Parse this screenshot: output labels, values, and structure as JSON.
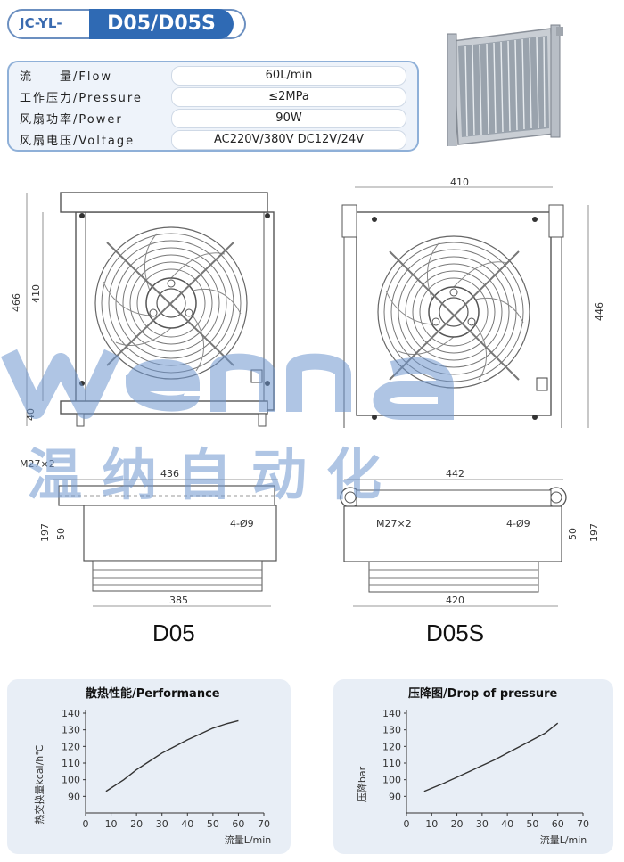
{
  "header": {
    "model_prefix": "JC-YL-",
    "model_name": "D05/D05S"
  },
  "specs": [
    {
      "label": "流　　量/Flow",
      "value": "60L/min"
    },
    {
      "label": "工作压力/Pressure",
      "value": "≤2MPa"
    },
    {
      "label": "风扇功率/Power",
      "value": "90W"
    },
    {
      "label": "风扇电压/Voltage",
      "value": "AC220V/380V DC12V/24V"
    }
  ],
  "drawing_d05": {
    "height_total": "466",
    "height_inner": "410",
    "foot": "40",
    "width_top": "436",
    "port": "M27×2",
    "holes": "4-Ø9",
    "dim_50": "50",
    "dim_197": "197",
    "width_bottom": "385",
    "caption": "D05"
  },
  "drawing_d05s": {
    "width_top": "410",
    "height": "446",
    "width_mid": "442",
    "port": "M27×2",
    "holes": "4-Ø9",
    "dim_50": "50",
    "dim_197": "197",
    "width_bottom": "420",
    "caption": "D05S"
  },
  "watermark": "温纳自动化",
  "chart_data": [
    {
      "type": "line",
      "title": "散热性能/Performance",
      "xlabel": "流量L/min",
      "ylabel": "热交换量kcal/h℃",
      "xlim": [
        0,
        70
      ],
      "ylim": [
        80,
        140
      ],
      "xticks": [
        "0",
        "10",
        "20",
        "30",
        "40",
        "50",
        "60",
        "70"
      ],
      "yticks": [
        "140",
        "130",
        "120",
        "110",
        "100",
        "90"
      ],
      "series": [
        {
          "x": [
            8,
            15,
            20,
            25,
            30,
            35,
            40,
            45,
            50,
            55,
            60
          ],
          "y": [
            93,
            100,
            106,
            111,
            116,
            120,
            124,
            127.5,
            131,
            133.5,
            135.5
          ]
        }
      ]
    },
    {
      "type": "line",
      "title": "压降图/Drop of pressure",
      "xlabel": "流量L/min",
      "ylabel": "压降bar",
      "xlim": [
        0,
        70
      ],
      "ylim": [
        80,
        140
      ],
      "xticks": [
        "0",
        "10",
        "20",
        "30",
        "40",
        "50",
        "60",
        "70"
      ],
      "yticks": [
        "140",
        "130",
        "120",
        "110",
        "100",
        "90"
      ],
      "series": [
        {
          "x": [
            7,
            15,
            20,
            25,
            30,
            35,
            40,
            45,
            50,
            55,
            60
          ],
          "y": [
            93,
            98,
            101.5,
            105,
            108.5,
            112,
            116,
            120,
            124,
            128,
            134
          ]
        }
      ]
    }
  ],
  "colors": {
    "accent": "#2f6ab4",
    "panel": "#e8eef6",
    "line": "#333333",
    "watermark": "#6e96cd"
  }
}
